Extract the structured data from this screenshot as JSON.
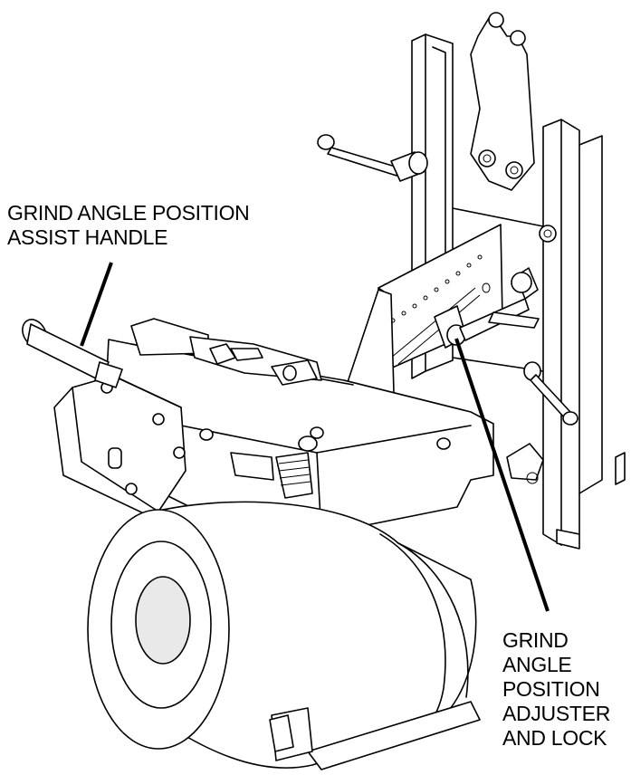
{
  "callouts": {
    "assist_handle": [
      "GRIND ANGLE POSITION",
      "ASSIST HANDLE"
    ],
    "adjuster_lock": [
      "GRIND",
      "ANGLE",
      "POSITION",
      "ADJUSTER",
      "AND LOCK"
    ]
  },
  "colors": {
    "line": "#000000",
    "background": "#ffffff",
    "shade": "#e9e9e9"
  }
}
